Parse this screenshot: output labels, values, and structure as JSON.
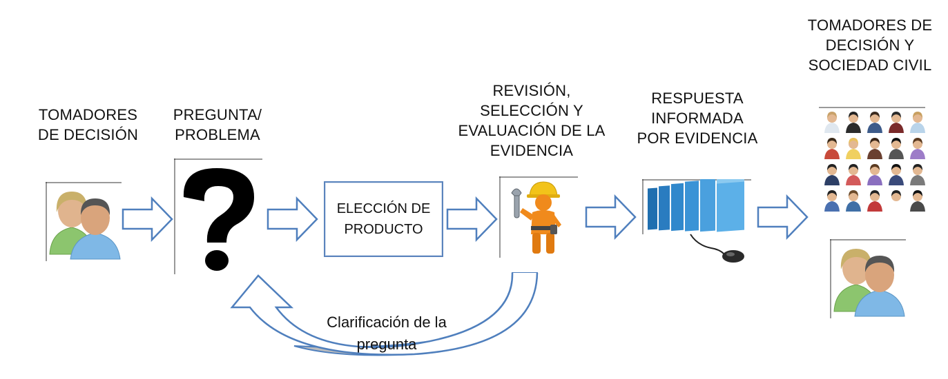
{
  "steps": {
    "decision_makers": {
      "lines": [
        "TOMADORES",
        "DE DECISIÓN"
      ]
    },
    "question": {
      "lines": [
        "PREGUNTA/",
        "PROBLEMA"
      ]
    },
    "product": {
      "lines": [
        "ELECCIÓN DE",
        "PRODUCTO"
      ]
    },
    "review": {
      "lines": [
        "REVISIÓN,",
        "SELECCIÓN Y",
        "EVALUACIÓN DE LA",
        "EVIDENCIA"
      ]
    },
    "answer": {
      "lines": [
        "RESPUESTA",
        "INFORMADA",
        "POR EVIDENCIA"
      ]
    },
    "audience": {
      "lines": [
        "TOMADORES DE",
        "DECISIÓN Y",
        "SOCIEDAD CIVIL"
      ]
    }
  },
  "feedback": {
    "lines": [
      "Clarificación de la",
      "pregunta"
    ]
  },
  "colors": {
    "arrow_stroke": "#4f7fbd",
    "box_border": "#5b84bd",
    "skin": "#e0b48e",
    "blue_shirt": "#7fb8e6",
    "green_shirt": "#8cc56e",
    "helmet": "#f2c31a",
    "worker": "#f08a1c",
    "folder": "#2f8fd0"
  }
}
